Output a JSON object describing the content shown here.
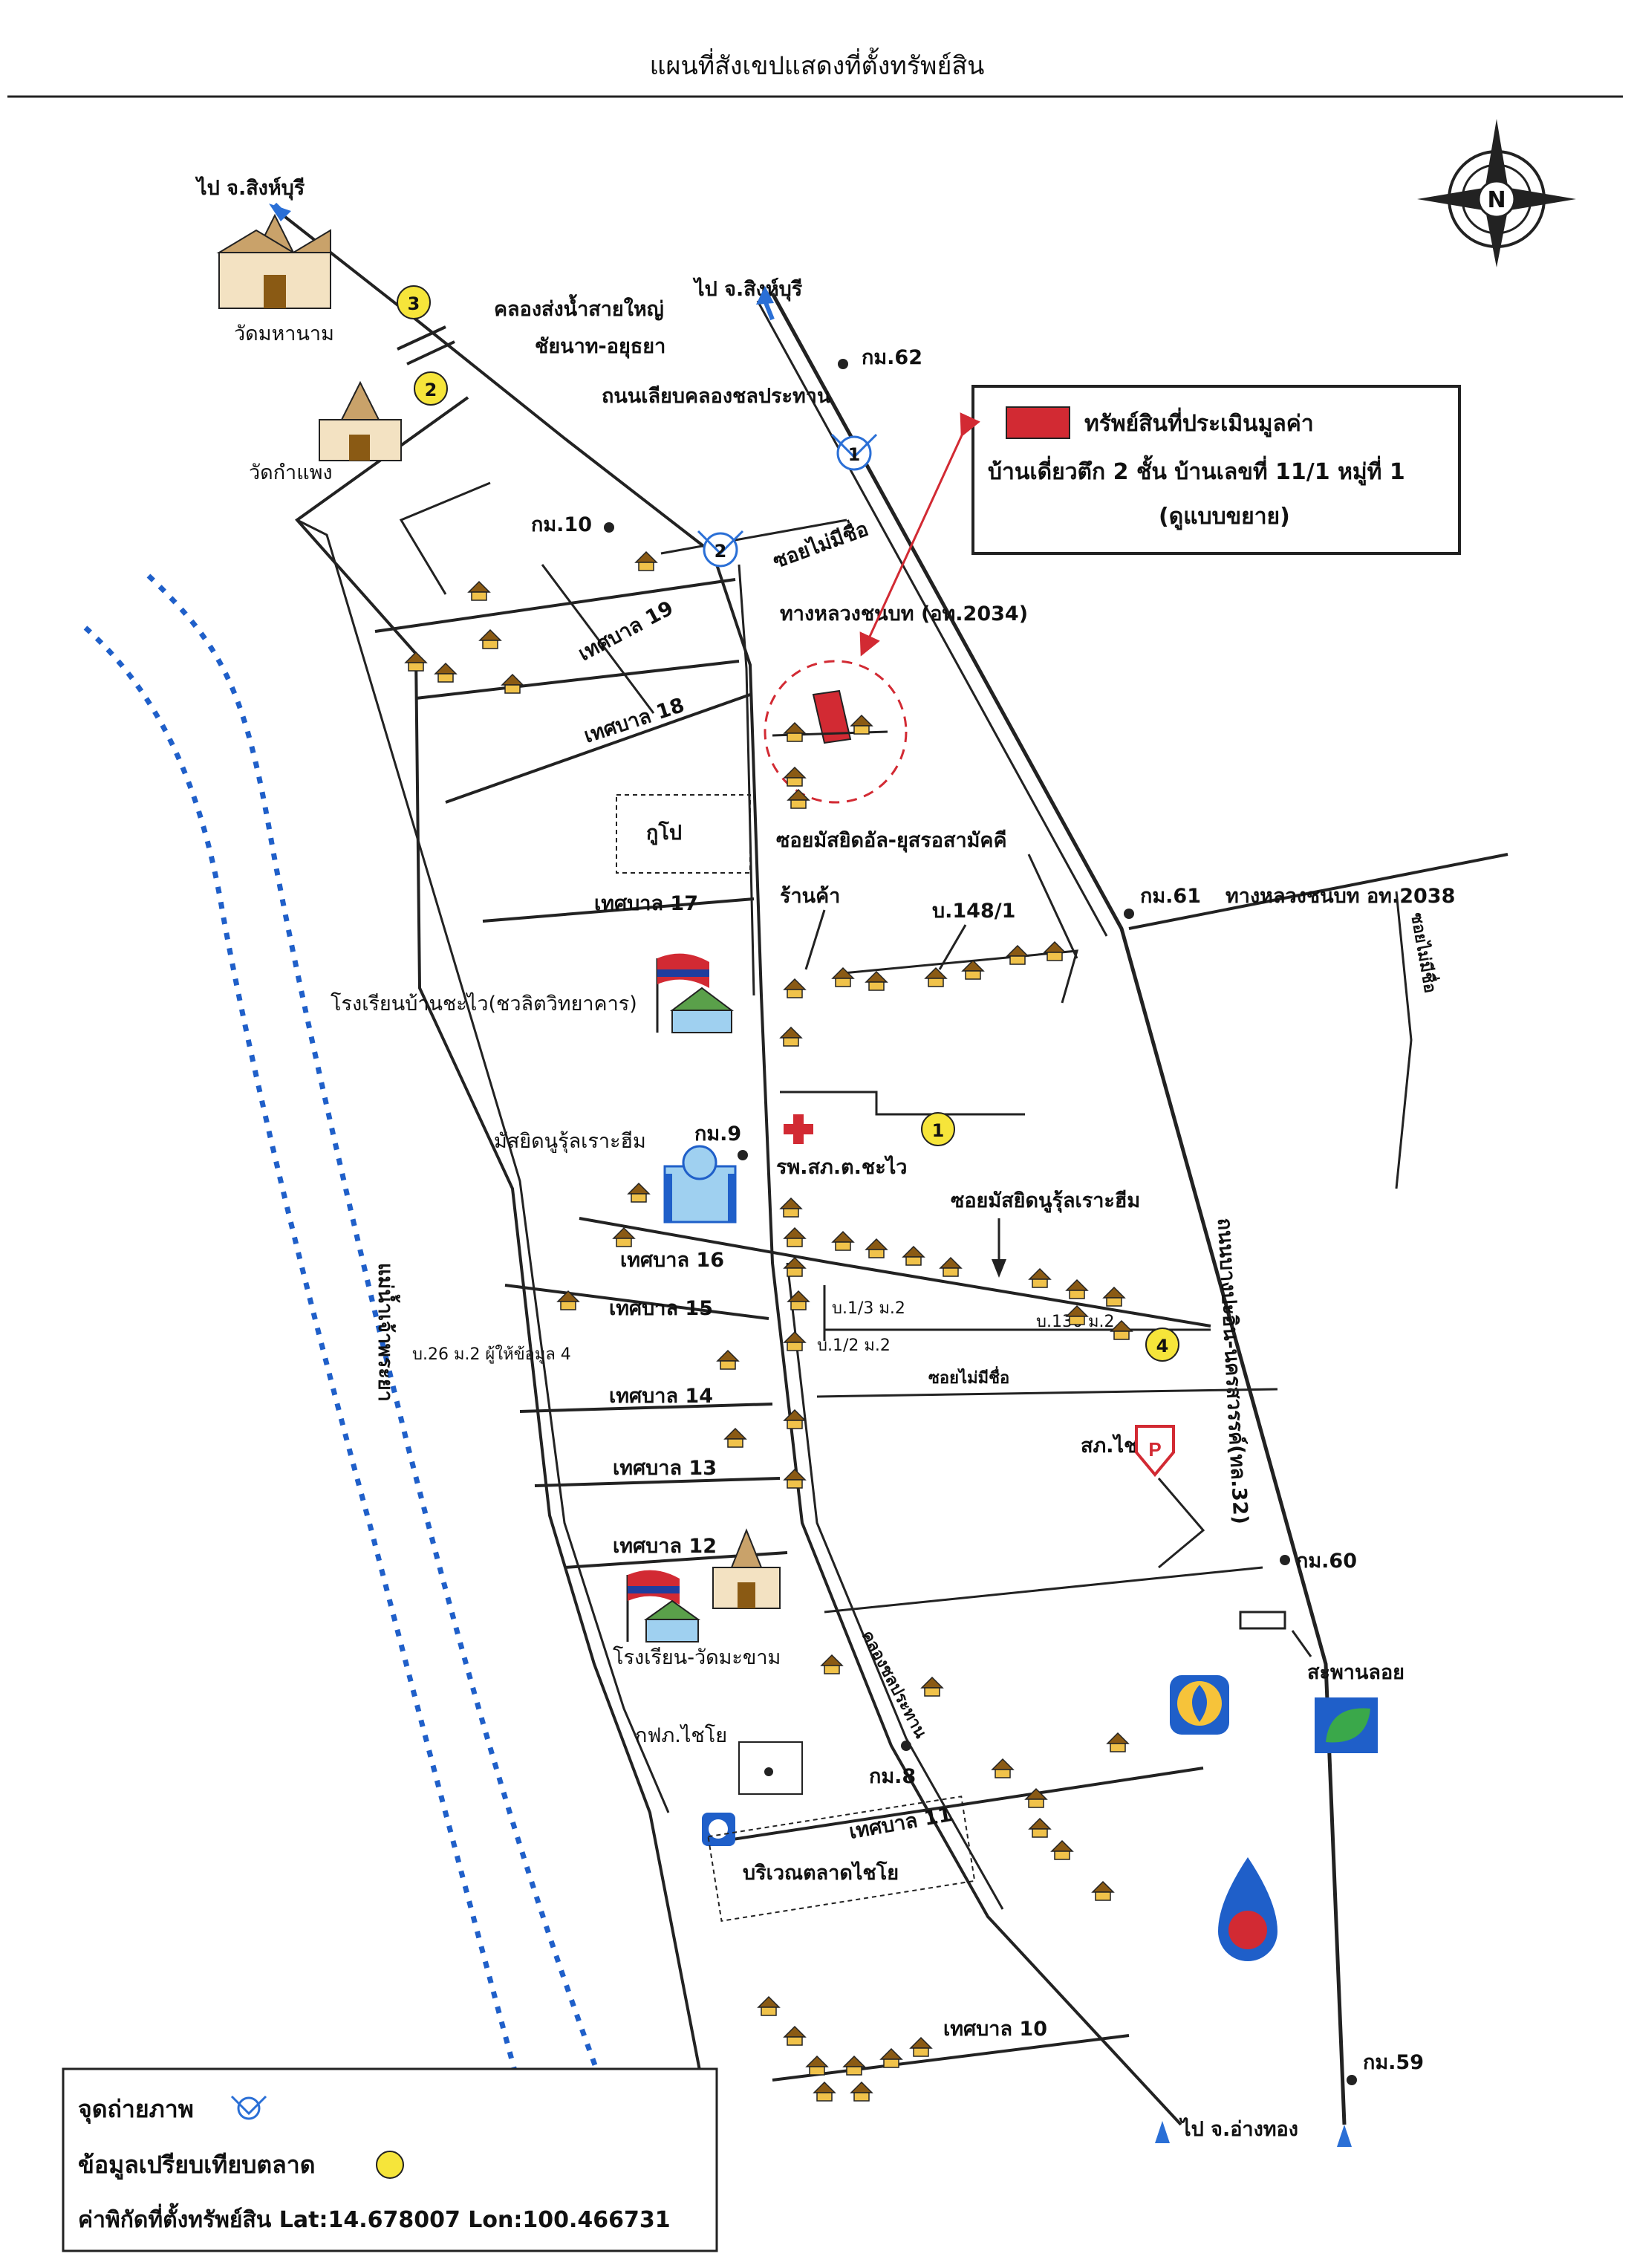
{
  "title": "แผนที่สังเขปแสดงที่ตั้งทรัพย์สิน",
  "north": "N",
  "legend_box": {
    "swatch_color": "#d22a33",
    "asset_label": "ทรัพย์สินที่ประเมินมูลค่า",
    "asset_desc": "บ้านเดี่ยวตึก 2 ชั้น บ้านเลขที่ 11/1 หมู่ที่ 1",
    "asset_note": "(ดูแบบขยาย)"
  },
  "directions": {
    "to_singburi_left": "ไป จ.สิงห์บุรี",
    "to_singburi_right": "ไป จ.สิงห์บุรี",
    "to_angthong_left": "ไป จ.อ่างทอง"
  },
  "km_markers": [
    "กม.62",
    "กม.10",
    "กม.61",
    "กม.9",
    "กม.60",
    "กม.8",
    "กม.59"
  ],
  "roads": {
    "canal": "คลองส่งน้ำสายใหญ่",
    "canal2": "ชัยนาท-อยุธยา",
    "canal_road": "ถนนเลียบคลองชลประทาน",
    "soi_nameless_top": "ซอยไม่มีชื่อ",
    "rural_road": "ทางหลวงชนบท (อท.2034)",
    "rural_road_right": "ทางหลวงชนบท อท.2038",
    "soi_right_vertical": "ซอยไม่มีชื่อ",
    "soi_mosque_top": "ซอยมัสยิดอัล-ยุสรอสามัคคี",
    "soi_mosque_mid": "ซอยมัสยิดนูรุ้ลเราะฮีม",
    "soi_nameless_mid": "ซอยไม่มีชื่อ",
    "highway": "ถนนบางปะอิน-นครสวรรค์(ทล.32)",
    "canal_vertical": "คลองชลประทาน",
    "t19": "เทศบาล 19",
    "t18": "เทศบาล 18",
    "t17": "เทศบาล 17",
    "t16": "เทศบาล 16",
    "t15": "เทศบาล 15",
    "t14": "เทศบาล 14",
    "t13": "เทศบาล 13",
    "t12": "เทศบาล 12",
    "t11": "เทศบาล 11",
    "t10": "เทศบาล 10",
    "river": "แม่น้ำเจ้าพระยา"
  },
  "places": {
    "wat_mahanam": "วัดมหานาม",
    "wat_kamphaeng": "วัดกำแพง",
    "kuppo": "กูโป",
    "shop": "ร้านค้า",
    "house_148": "บ.148/1",
    "school_chawai": "โรงเรียนบ้านชะไว(ชวลิตวิทยาคาร)",
    "mosque_nurul": "มัสยิดนูรุ้ลเราะฮีม",
    "hospital": "รพ.สภ.ต.ชะไว",
    "house_13": "บ.1/3 ม.2",
    "house_12": "บ.1/2 ม.2",
    "house_130": "บ.130 ม.2",
    "house_26": "บ.26 ม.2 ผู้ให้ข้อมูล 4",
    "police": "สภ.ไชโย",
    "bridge": "สะพานลอย",
    "school_wat": "โรงเรียน-วัดมะขาม",
    "pea": "กฟภ.ไชโย",
    "market": "บริเวณตลาดไชโย"
  },
  "markers": {
    "photo_points": [
      "1",
      "2"
    ],
    "comparables": [
      "1",
      "2",
      "3",
      "4"
    ]
  },
  "bottom_legend": {
    "photo_point": "จุดถ่ายภาพ",
    "comparable": "ข้อมูลเปรียบเทียบตลาด",
    "coords": "ค่าพิกัดที่ตั้งทรัพย์สิน Lat:14.678007 Lon:100.466731"
  },
  "colors": {
    "asset": "#d22a33",
    "river": "#1f5fc9",
    "comparable_marker": "#f6e53a",
    "photo_marker": "#2a6fd6"
  }
}
